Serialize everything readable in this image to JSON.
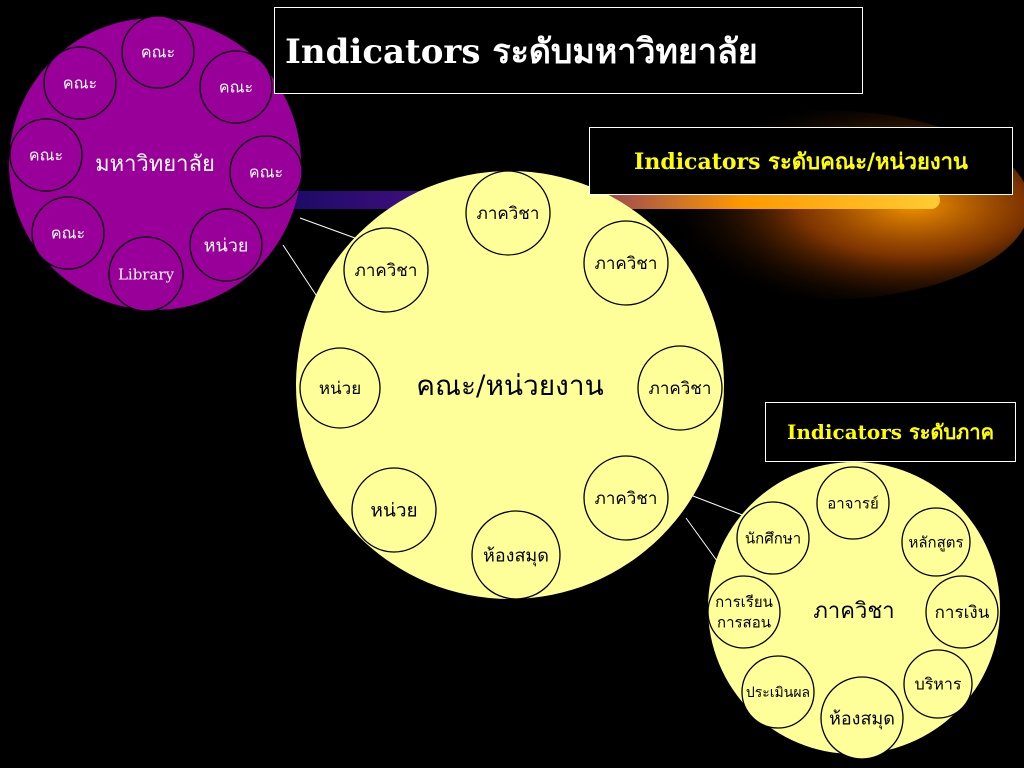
{
  "titles": {
    "university": "Indicators ระดับมหาวิทยาลัย",
    "faculty": "Indicators ระดับคณะ/หน่วยงาน",
    "department": "Indicators ระดับภาค"
  },
  "colors": {
    "background": "#000000",
    "university_circle": "#990099",
    "faculty_circle": "#ffff99",
    "department_circle": "#ffff99",
    "title_text": "#ffffff",
    "subtitle_text": "#ffff00",
    "node_outline": "#000000"
  },
  "university": {
    "center_label": "มหาวิทยาลัย",
    "nodes": [
      "คณะ",
      "คณะ",
      "คณะ",
      "คณะ",
      "คณะ",
      "คณะ",
      "หน่วย",
      "Library"
    ]
  },
  "faculty": {
    "center_label": "คณะ/หน่วยงาน",
    "nodes": [
      "ภาควิชา",
      "ภาควิชา",
      "ภาควิชา",
      "หน่วย",
      "ภาควิชา",
      "ภาควิชา",
      "หน่วย",
      "ห้องสมุด"
    ]
  },
  "department": {
    "center_label": "ภาควิชา",
    "nodes": [
      "อาจารย์",
      "นักศึกษา",
      "หลักสูตร",
      "การเรียน การสอน",
      "การเงิน",
      "บริหาร",
      "ประเมินผล",
      "ห้องสมุด"
    ]
  }
}
